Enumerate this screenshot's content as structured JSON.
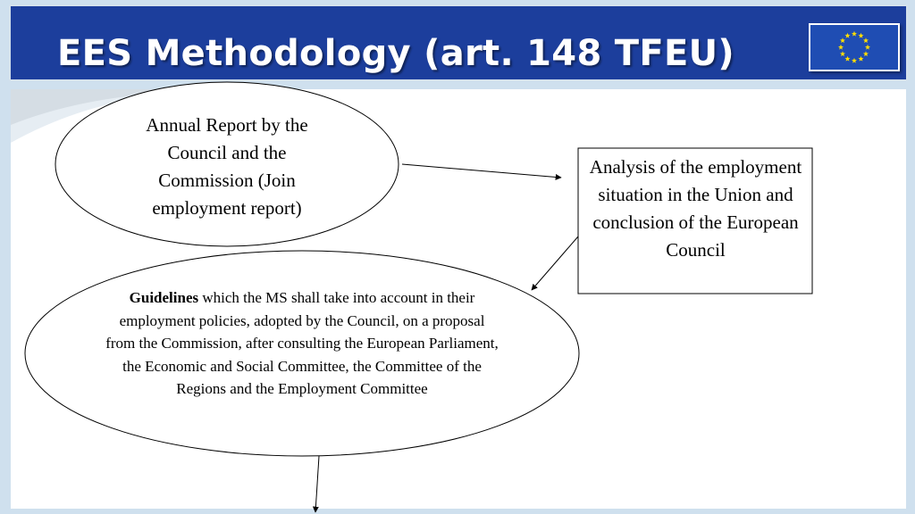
{
  "header": {
    "title": "EES Methodology (art. 148 TFEU)",
    "background_color": "#1c3e9c",
    "flag_icon": "eu-flag-icon"
  },
  "diagram": {
    "annual_report": "Annual Report by the Council and the Commission (Join employment report)",
    "analysis": "Analysis of the employment situation in the Union and conclusion of the European Council",
    "guidelines_bold": "Guidelines",
    "guidelines_rest": " which the MS shall take into account in their employment policies, adopted by the Council, on a proposal from the Commission, after consulting the European Parliament, the Economic and Social Committee, the Committee of the Regions and the Employment Committee"
  }
}
